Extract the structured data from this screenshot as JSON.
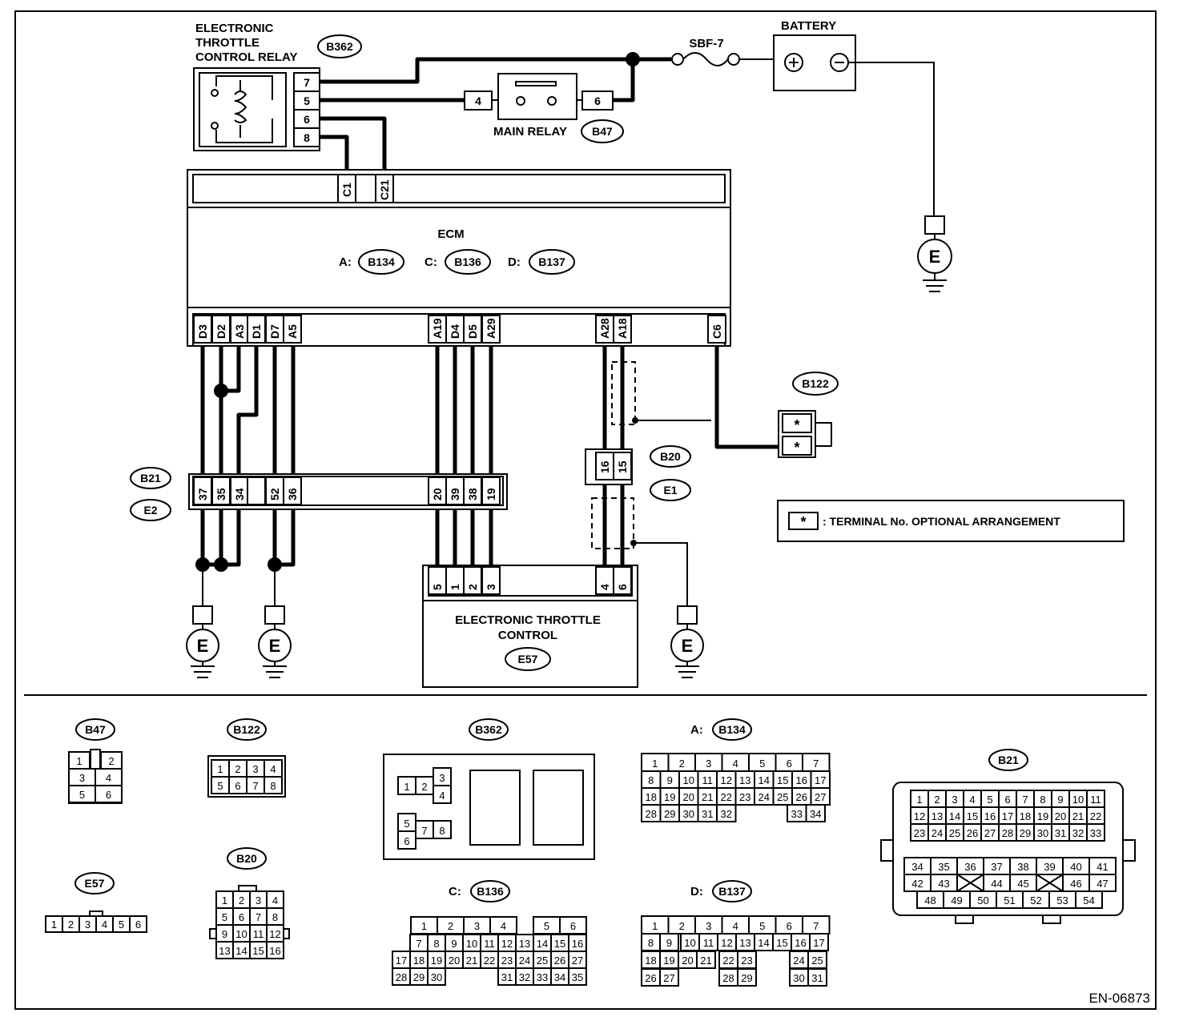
{
  "relay": {
    "title_line1": "ELECTRONIC",
    "title_line2": "THROTTLE",
    "title_line3": "CONTROL RELAY",
    "code": "B362",
    "pins": [
      "7",
      "5",
      "6",
      "8"
    ]
  },
  "fuse": {
    "label": "SBF-7"
  },
  "battery": {
    "label": "BATTERY",
    "plus": "⊕",
    "minus": "⊖"
  },
  "main_relay": {
    "label": "MAIN RELAY",
    "code": "B47",
    "pin_left": "4",
    "pin_right": "6"
  },
  "ecm": {
    "title": "ECM",
    "top_pins": [
      "C1",
      "C21"
    ],
    "connectors": [
      {
        "prefix": "A:",
        "code": "B134"
      },
      {
        "prefix": "C:",
        "code": "B136"
      },
      {
        "prefix": "D:",
        "code": "B137"
      }
    ],
    "bottom_pins_left": [
      "D3",
      "D2",
      "A3",
      "D1",
      "D7",
      "A5"
    ],
    "bottom_pins_mid": [
      "A19",
      "D4",
      "D5",
      "A29"
    ],
    "bottom_pins_right": [
      "A28",
      "A18"
    ],
    "bottom_pin_far": "C6"
  },
  "b21": {
    "code": "B21",
    "code2": "E2",
    "pins_left": [
      "37",
      "35",
      "34",
      "",
      "52",
      "36"
    ],
    "pins_mid": [
      "20",
      "39",
      "38",
      "19"
    ]
  },
  "b20": {
    "code": "B20",
    "code2": "E1",
    "pins": [
      "16",
      "15"
    ]
  },
  "b122": {
    "code": "B122",
    "pins": [
      "*",
      "*"
    ]
  },
  "note": {
    "symbol": "*",
    "text": ": TERMINAL No. OPTIONAL ARRANGEMENT"
  },
  "etc": {
    "title_line1": "ELECTRONIC THROTTLE",
    "title_line2": "CONTROL",
    "code": "E57",
    "pins_left": [
      "5",
      "1",
      "2",
      "3"
    ],
    "pins_right": [
      "4",
      "6"
    ]
  },
  "ground": {
    "label": "E"
  },
  "connector_views": {
    "b47": {
      "code": "B47",
      "rows": [
        [
          "1",
          "",
          "2"
        ],
        [
          "3",
          "4"
        ],
        [
          "5",
          "6"
        ]
      ]
    },
    "b122": {
      "code": "B122",
      "rows": [
        [
          "1",
          "2",
          "3",
          "4"
        ],
        [
          "5",
          "6",
          "7",
          "8"
        ]
      ]
    },
    "b362": {
      "code": "B362",
      "cells": [
        "1",
        "2",
        "3",
        "4",
        "5",
        "7",
        "8",
        "6"
      ]
    },
    "a_b134": {
      "prefix": "A:",
      "code": "B134",
      "rows": [
        [
          "1",
          "2",
          "3",
          "4",
          "5",
          "6",
          "7"
        ],
        [
          "8",
          "9",
          "10",
          "11",
          "12",
          "13",
          "14",
          "15",
          "16",
          "17"
        ],
        [
          "18",
          "19",
          "20",
          "21",
          "22",
          "23",
          "24",
          "25",
          "26",
          "27"
        ],
        [
          "28",
          "29",
          "30",
          "31",
          "32",
          "33",
          "34"
        ]
      ]
    },
    "b21": {
      "code": "B21",
      "rows": [
        [
          "1",
          "2",
          "3",
          "4",
          "5",
          "6",
          "7",
          "8",
          "9",
          "10",
          "11"
        ],
        [
          "12",
          "13",
          "14",
          "15",
          "16",
          "17",
          "18",
          "19",
          "20",
          "21",
          "22"
        ],
        [
          "23",
          "24",
          "25",
          "26",
          "27",
          "28",
          "29",
          "30",
          "31",
          "32",
          "33"
        ],
        [
          "34",
          "35",
          "36",
          "37",
          "38",
          "39",
          "40",
          "41"
        ],
        [
          "42",
          "43",
          "",
          "44",
          "45",
          "",
          "46",
          "47"
        ],
        [
          "48",
          "49",
          "50",
          "51",
          "52",
          "53",
          "54"
        ]
      ]
    },
    "e57": {
      "code": "E57",
      "cells": [
        "1",
        "2",
        "3",
        "4",
        "5",
        "6"
      ]
    },
    "b20": {
      "code": "B20",
      "rows": [
        [
          "1",
          "2",
          "3",
          "4"
        ],
        [
          "5",
          "6",
          "7",
          "8"
        ],
        [
          "9",
          "10",
          "11",
          "12"
        ],
        [
          "13",
          "14",
          "15",
          "16"
        ]
      ]
    },
    "c_b136": {
      "prefix": "C:",
      "code": "B136",
      "rows": [
        [
          "1",
          "2",
          "3",
          "4",
          "5",
          "6"
        ],
        [
          "7",
          "8",
          "9",
          "10",
          "11",
          "12",
          "13",
          "14",
          "15",
          "16"
        ],
        [
          "17",
          "18",
          "19",
          "20",
          "21",
          "22",
          "23",
          "24",
          "25",
          "26",
          "27"
        ],
        [
          "28",
          "29",
          "30",
          "31",
          "32",
          "33",
          "34",
          "35"
        ]
      ]
    },
    "d_b137": {
      "prefix": "D:",
      "code": "B137",
      "rows": [
        [
          "1",
          "2",
          "3",
          "4",
          "5",
          "6",
          "7"
        ],
        [
          "8",
          "9",
          "10",
          "11",
          "12",
          "13",
          "14",
          "15",
          "16",
          "17"
        ],
        [
          "18",
          "19",
          "20",
          "21",
          "22",
          "23",
          "24",
          "25"
        ],
        [
          "26",
          "27",
          "28",
          "29",
          "30",
          "31"
        ]
      ]
    }
  },
  "footer": {
    "doc_id": "EN-06873"
  }
}
